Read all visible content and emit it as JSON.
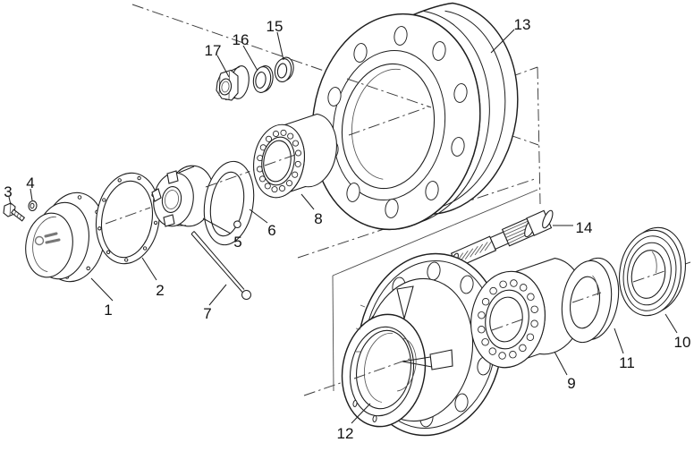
{
  "colors": {
    "background": "#ffffff",
    "line": "#1f1f1f",
    "centerline": "#3a3a3a",
    "label": "#111111"
  },
  "labels": [
    "1",
    "2",
    "3",
    "4",
    "5",
    "6",
    "7",
    "8",
    "9",
    "10",
    "11",
    "12",
    "13",
    "14",
    "15",
    "16",
    "17"
  ]
}
